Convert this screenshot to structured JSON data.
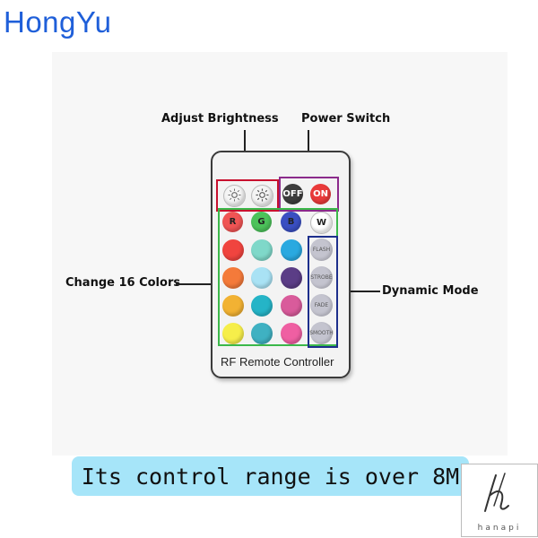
{
  "brand": "HongYu",
  "labels": {
    "adjust_brightness": "Adjust Brightness",
    "power_switch": "Power Switch",
    "change_colors": "Change 16 Colors",
    "dynamic_mode": "Dynamic Mode"
  },
  "remote": {
    "off_label": "OFF",
    "on_label": "ON",
    "r_label": "R",
    "g_label": "G",
    "b_label": "B",
    "w_label": "W",
    "modes": [
      "FLASH",
      "STROBE",
      "FADE",
      "SMOOTH"
    ],
    "footer": "RF Remote Controller",
    "brightness_icons": [
      "brightness-down-icon",
      "brightness-up-icon"
    ]
  },
  "colors": {
    "brightness_box": "#c8102e",
    "power_box": "#8b2a8b",
    "color_box": "#3bb84a",
    "mode_box": "#1d2f8c",
    "color_grid": [
      [
        "#f0443f",
        "#7fd8c9",
        "#2aa9e0"
      ],
      [
        "#f47a3a",
        "#a9e2f4",
        "#5b3d86"
      ],
      [
        "#f2b233",
        "#25b4c7",
        "#d95b9b"
      ],
      [
        "#f6ee4a",
        "#3fb1c2",
        "#ef5fa2"
      ]
    ]
  },
  "banner": "Its control range is over 8M",
  "watermark": "hanapi"
}
